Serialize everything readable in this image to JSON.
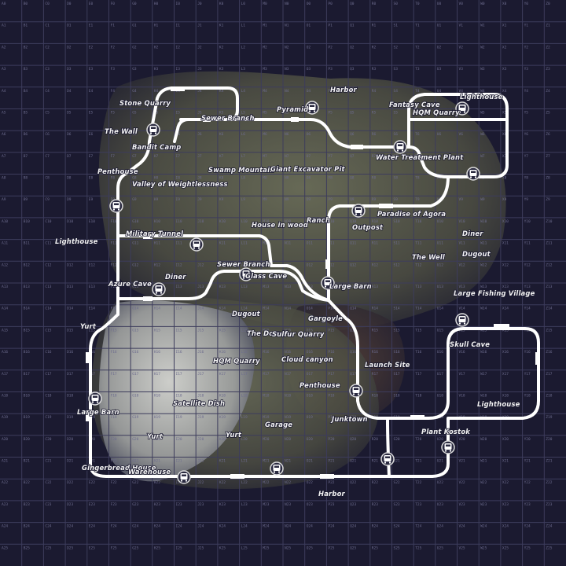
{
  "colors": {
    "background": "#1b1a30",
    "grid": "#3d3c5c",
    "rail": "#ffffff",
    "terrain": "#6b6e58",
    "snow": "#c9cbc7"
  },
  "grid": {
    "columns": 26,
    "rows": 26,
    "column_letters": [
      "A",
      "B",
      "C",
      "D",
      "E",
      "F",
      "G",
      "H",
      "I",
      "J",
      "K",
      "L",
      "M",
      "N",
      "O",
      "P",
      "Q",
      "R",
      "S",
      "T",
      "U",
      "V",
      "W",
      "X",
      "Y",
      "Z"
    ]
  },
  "pois": [
    {
      "name": "Stone Quarry"
    },
    {
      "name": "The Wall"
    },
    {
      "name": "Bandit Camp"
    },
    {
      "name": "Penthouse"
    },
    {
      "name": "Valley of Weightlessness"
    },
    {
      "name": "Lighthouse"
    },
    {
      "name": "Military Tunnel"
    },
    {
      "name": "Azure Cave"
    },
    {
      "name": "Diner"
    },
    {
      "name": "Yurt"
    },
    {
      "name": "Large Barn"
    },
    {
      "name": "Gingerbread House"
    },
    {
      "name": "Warehouse"
    },
    {
      "name": "Harbor"
    },
    {
      "name": "Pyramid"
    },
    {
      "name": "Sewer Branch"
    },
    {
      "name": "Swamp Mountain"
    },
    {
      "name": "Giant Excavator Pit"
    },
    {
      "name": "House in wood"
    },
    {
      "name": "Ranch"
    },
    {
      "name": "Outpost"
    },
    {
      "name": "Sewer Branch"
    },
    {
      "name": "Glass Cave"
    },
    {
      "name": "Large Barn"
    },
    {
      "name": "Dugout"
    },
    {
      "name": "Gargoyle"
    },
    {
      "name": "The Dome"
    },
    {
      "name": "Sulfur Quarry"
    },
    {
      "name": "HQM Quarry"
    },
    {
      "name": "Cloud canyon"
    },
    {
      "name": "Penthouse"
    },
    {
      "name": "Satellite Dish"
    },
    {
      "name": "Yurt"
    },
    {
      "name": "Yurt"
    },
    {
      "name": "Garage"
    },
    {
      "name": "Junktown"
    },
    {
      "name": "Launch Site"
    },
    {
      "name": "Harbor"
    },
    {
      "name": "Fantasy Cave"
    },
    {
      "name": "HQM Quarry"
    },
    {
      "name": "Lighthouse"
    },
    {
      "name": "Water Treatment Plant"
    },
    {
      "name": "Paradise of Agora"
    },
    {
      "name": "Diner"
    },
    {
      "name": "The Well"
    },
    {
      "name": "Dugout"
    },
    {
      "name": "Large Fishing Village"
    },
    {
      "name": "Skull Cave"
    },
    {
      "name": "Lighthouse"
    },
    {
      "name": "Plant Kostok"
    }
  ]
}
